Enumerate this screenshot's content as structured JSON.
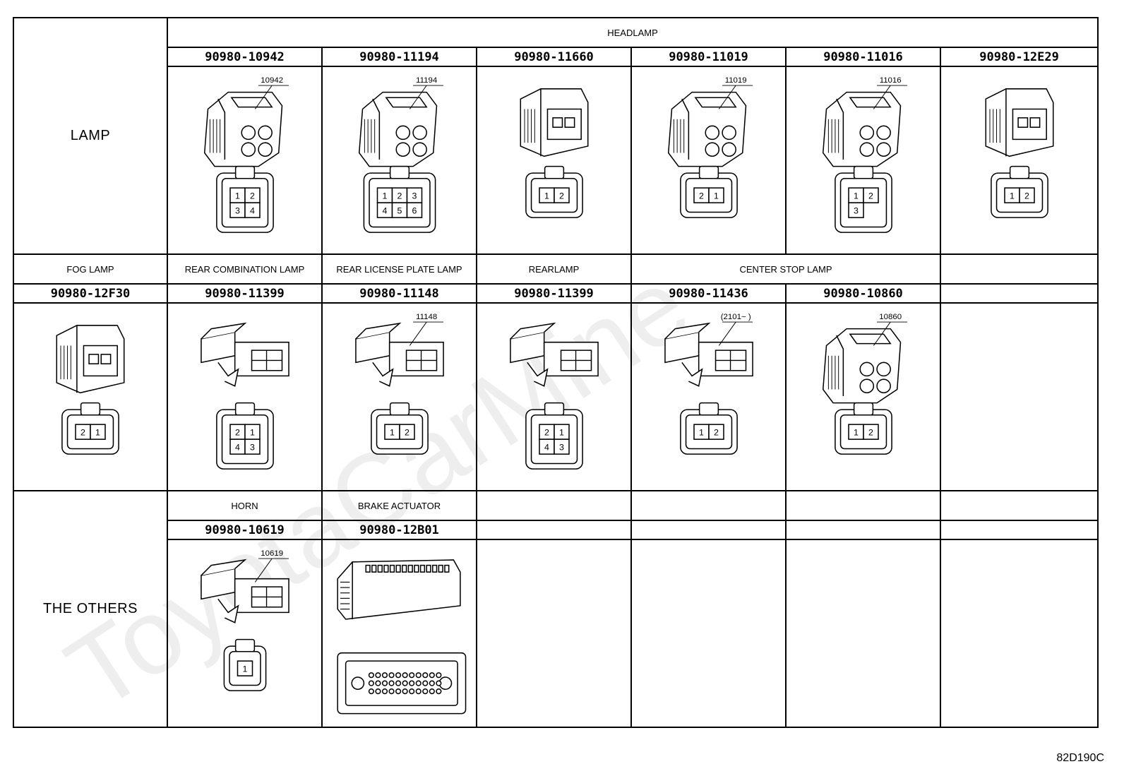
{
  "watermark": "ToyotaCarMine",
  "categories": [
    "LAMP",
    "THE OTHERS"
  ],
  "sections": {
    "headlamp": "HEADLAMP",
    "fog_lamp": "FOG LAMP",
    "rear_combination_lamp": "REAR COMBINATION LAMP",
    "rear_license_plate_lamp": "REAR LICENSE PLATE LAMP",
    "rearlamp": "REARLAMP",
    "center_stop_lamp": "CENTER STOP LAMP",
    "horn": "HORN",
    "brake_actuator": "BRAKE ACTUATOR"
  },
  "rows": [
    {
      "parts": [
        "90980-10942",
        "90980-11194",
        "90980-11660",
        "90980-11019",
        "90980-11016",
        "90980-12E29"
      ],
      "connectors": [
        {
          "callout": "10942",
          "pins": [
            "1",
            "2",
            "3",
            "4"
          ]
        },
        {
          "callout": "11194",
          "pins": [
            "1",
            "2",
            "3",
            "4",
            "5",
            "6"
          ]
        },
        {
          "callout": "",
          "pins": [
            "1",
            "2"
          ]
        },
        {
          "callout": "11019",
          "pins": [
            "2",
            "1"
          ]
        },
        {
          "callout": "11016",
          "pins": [
            "1",
            "2",
            "3"
          ]
        },
        {
          "callout": "",
          "pins": [
            "1",
            "2"
          ]
        }
      ]
    },
    {
      "parts": [
        "90980-12F30",
        "90980-11399",
        "90980-11148",
        "90980-11399",
        "90980-11436",
        "90980-10860"
      ],
      "connectors": [
        {
          "callout": "",
          "pins": [
            "2",
            "1"
          ]
        },
        {
          "callout": "",
          "pins": [
            "2",
            "1",
            "4",
            "3"
          ]
        },
        {
          "callout": "11148",
          "pins": [
            "1",
            "2"
          ]
        },
        {
          "callout": "",
          "pins": [
            "2",
            "1",
            "4",
            "3"
          ]
        },
        {
          "callout": "(2101~      )",
          "pins": [
            "1",
            "2"
          ]
        },
        {
          "callout": "10860",
          "pins": [
            "1",
            "2"
          ]
        }
      ]
    },
    {
      "parts": [
        "90980-10619",
        "90980-12B01"
      ],
      "connectors": [
        {
          "callout": "10619",
          "pins": [
            "1"
          ]
        },
        {
          "callout": "",
          "pins": []
        }
      ]
    }
  ],
  "diagram_code": "82D190C"
}
